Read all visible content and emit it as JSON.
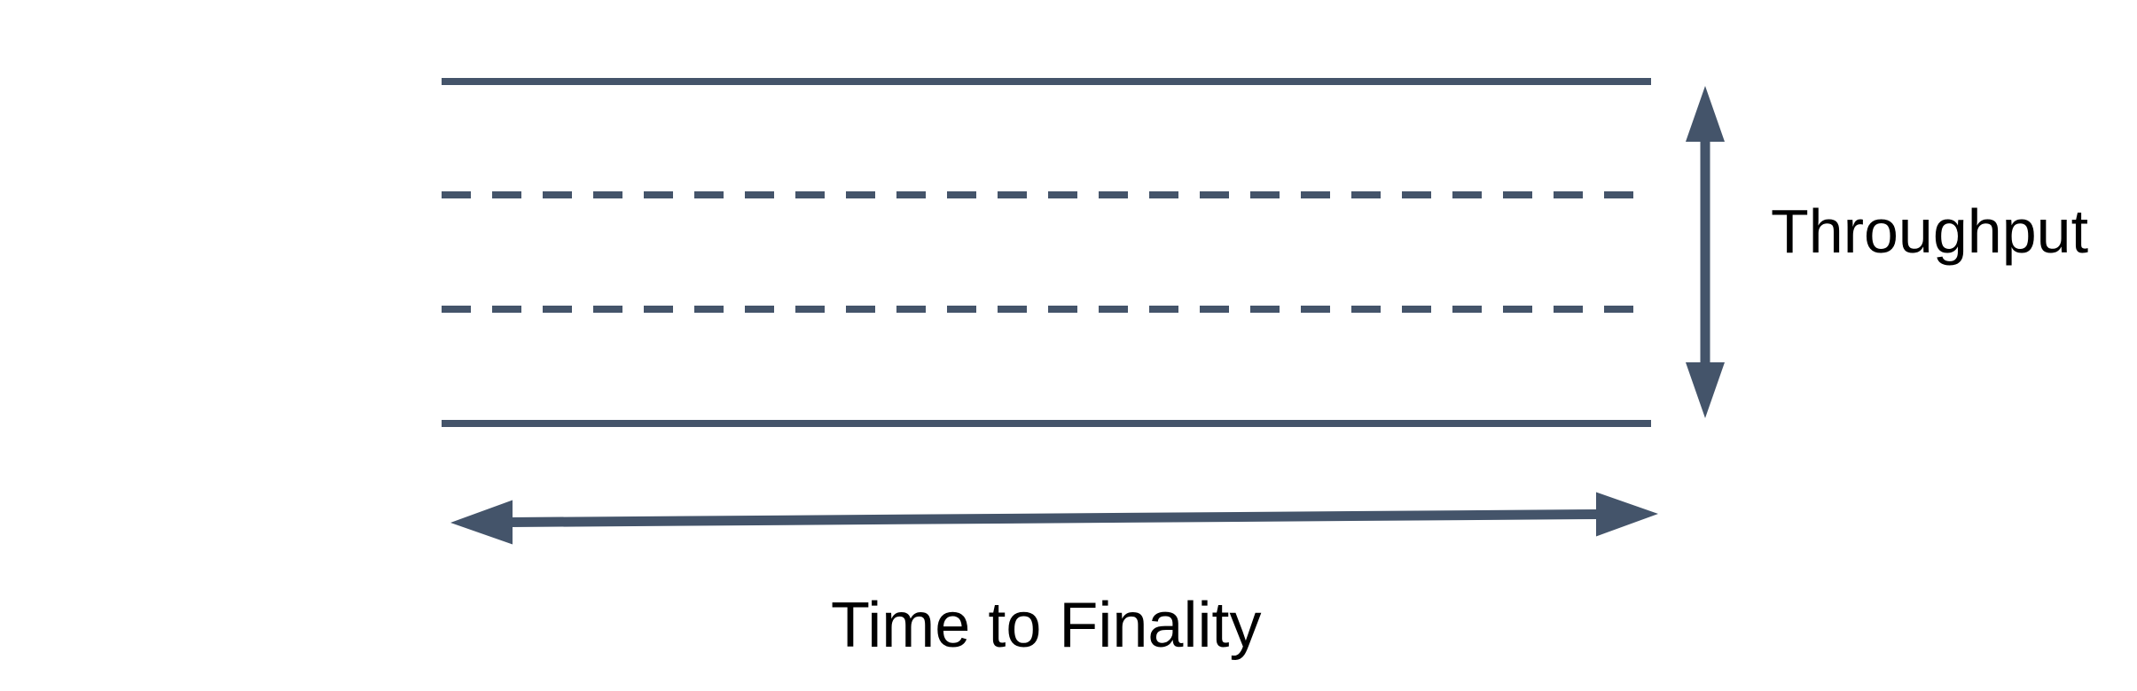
{
  "diagram": {
    "colors": {
      "shape_color": "#44546A",
      "text_color": "#000000",
      "background_color": "#FFFFFF"
    },
    "labels": {
      "throughput": "Throughput",
      "time_to_finality": "Time to Finality"
    },
    "band": {
      "line_styles": [
        "solid",
        "dashed",
        "dashed",
        "solid"
      ],
      "solid_line_count": 2,
      "dashed_line_count": 2
    },
    "arrows": [
      {
        "name": "throughput-range-arrow",
        "orientation": "vertical",
        "heads": "double",
        "label": "Throughput"
      },
      {
        "name": "time-to-finality-range-arrow",
        "orientation": "horizontal",
        "heads": "double",
        "label": "Time to Finality"
      }
    ]
  }
}
